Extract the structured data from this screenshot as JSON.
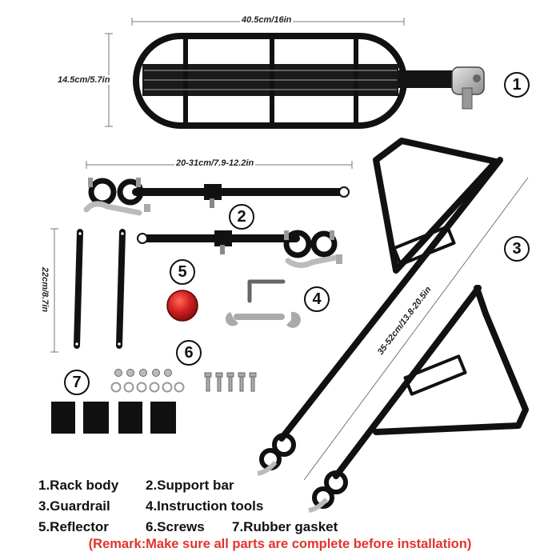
{
  "dimensions": {
    "rack_length": "40.5cm/16in",
    "rack_width": "14.5cm/5.7in",
    "support_bar": "20-31cm/7.9-12.2in",
    "short_bar": "22cm/8.7in",
    "guardrail": "35-52cm/13.8-20.5in"
  },
  "markers": [
    "1",
    "2",
    "3",
    "4",
    "5",
    "6",
    "7"
  ],
  "legend": {
    "rows": [
      [
        "1.Rack body",
        "2.Support bar",
        ""
      ],
      [
        "3.Guardrail",
        "4.Instruction tools",
        ""
      ],
      [
        "5.Reflector",
        "6.Screws",
        "7.Rubber gasket"
      ]
    ]
  },
  "remark": "(Remark:Make sure all parts are complete before installation)",
  "colors": {
    "metal": "#111111",
    "reflector": "#d42020",
    "remark": "#e2332a",
    "clamp_silver": "#b8b8b8"
  }
}
